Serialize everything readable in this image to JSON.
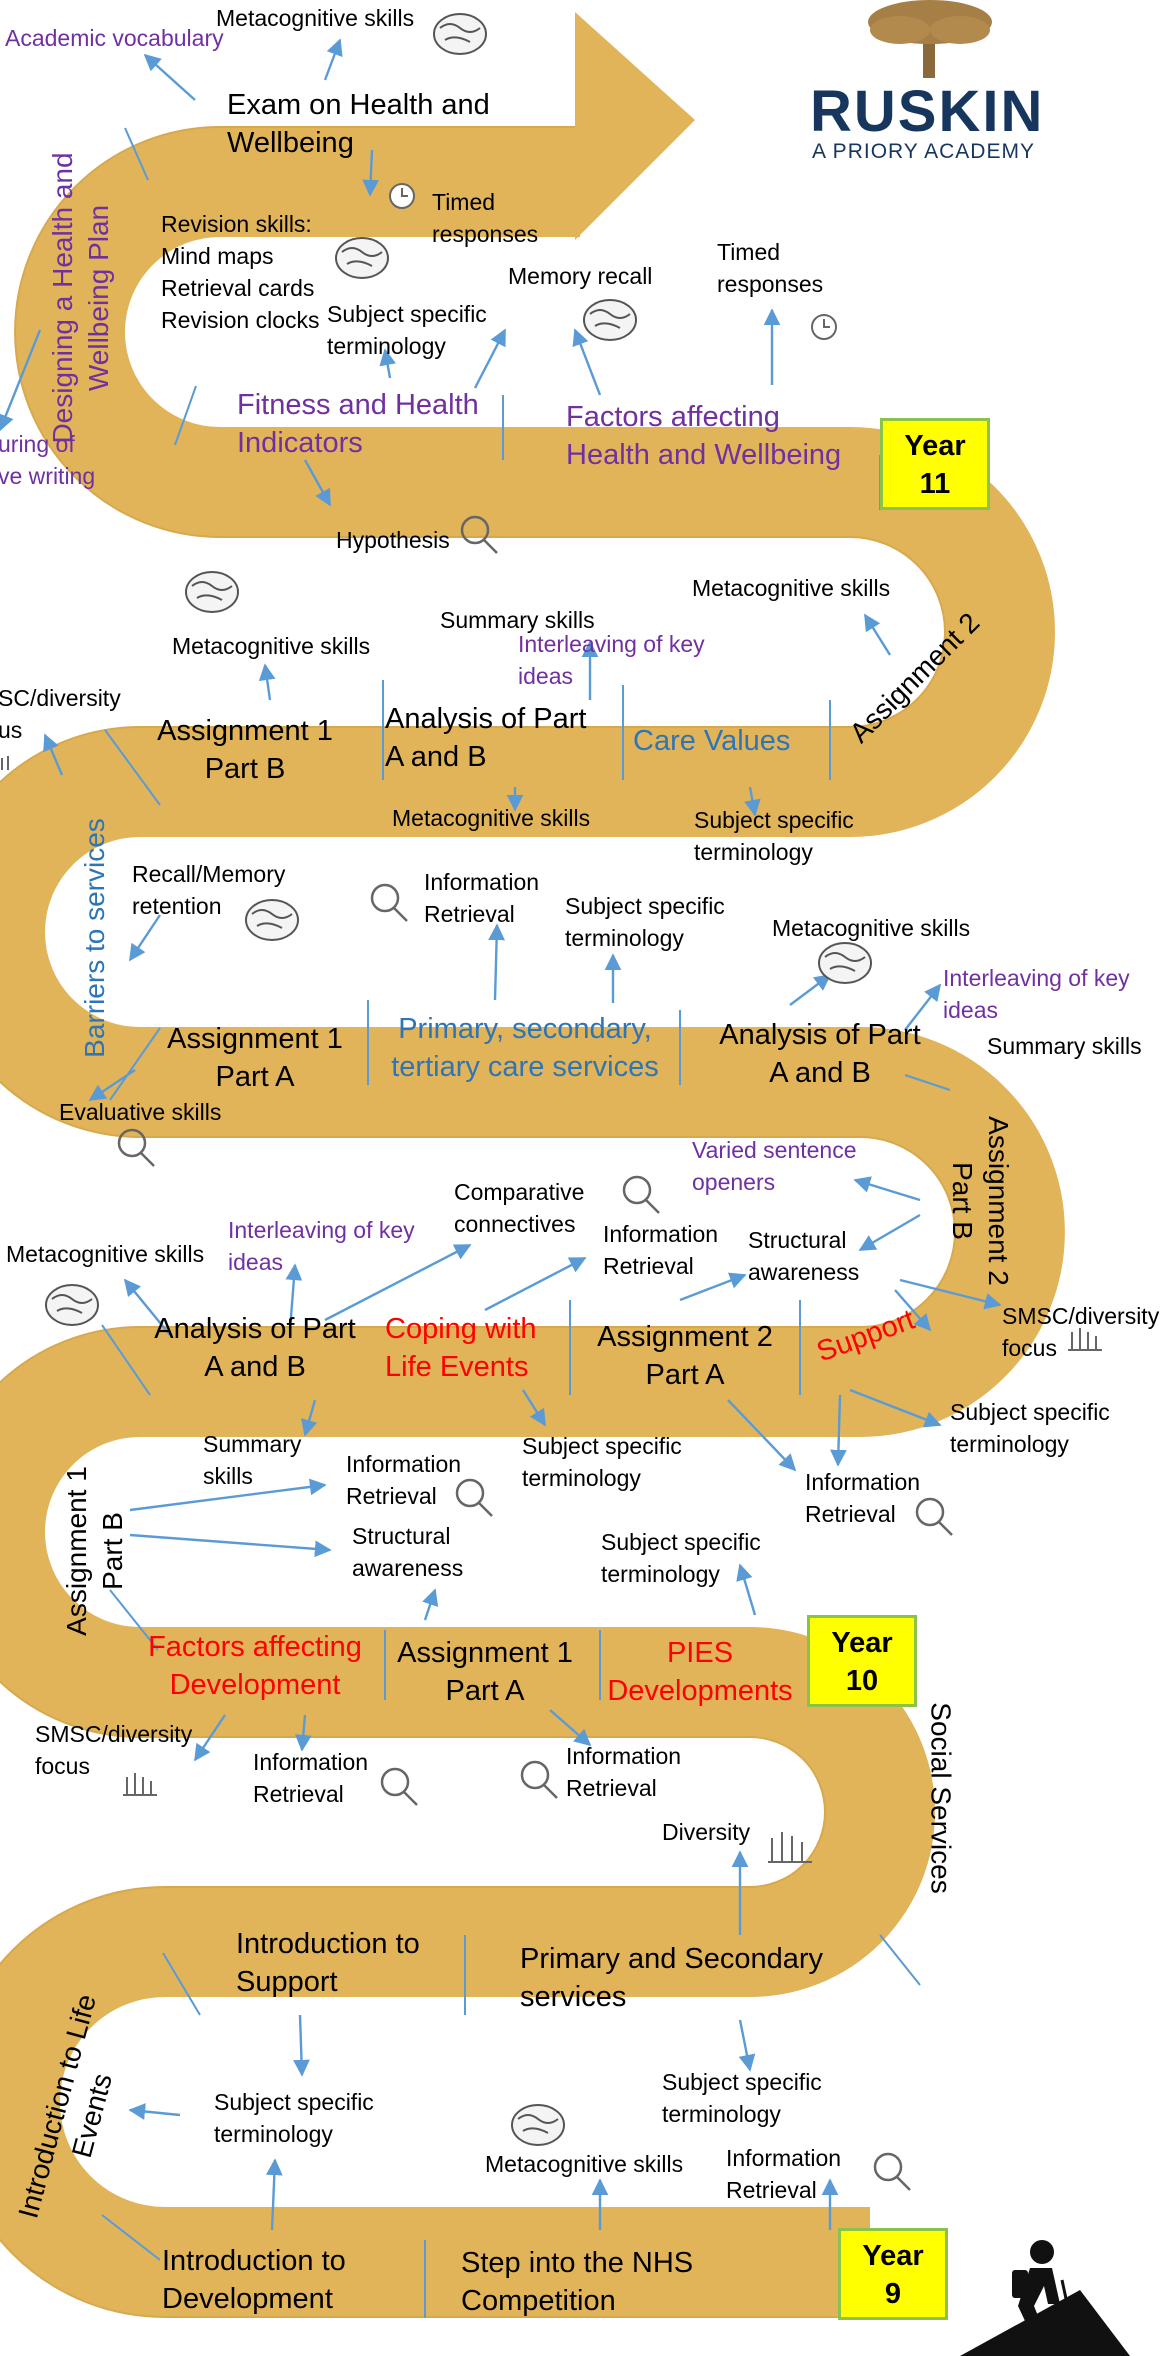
{
  "colors": {
    "road": "#e2b45a",
    "arrow": "#5b9bd5",
    "purple": "#7030a0",
    "blue": "#2e75b6",
    "red": "#ff0000",
    "logo": "#17365d",
    "year_box": "#ffff00"
  },
  "logo": {
    "name": "RUSKIN",
    "tagline": "A PRIORY ACADEMY"
  },
  "years": {
    "y11": "Year\n11",
    "y10": "Year\n10",
    "y9": "Year\n9"
  },
  "topics": {
    "exam": "Exam on Health and\nWellbeing",
    "designing_plan": "Designing a Health and\nWellbeing Plan",
    "fitness_indicators": "Fitness and Health\nIndicators",
    "factors_health": "Factors affecting\nHealth and Wellbeing",
    "assignment2_y11": "Assignment 2",
    "a1b_y11": "Assignment 1\nPart B",
    "analysis_y11_upper": "Analysis of Part\nA and B",
    "care_values": "Care Values",
    "barriers": "Barriers to services",
    "a1a_y11": "Assignment 1\nPart A",
    "primary_tertiary": "Primary, secondary,\ntertiary care services",
    "analysis_y11_lower": "Analysis of Part\nA and B",
    "a2b_y10": "Assignment 2\nPart B",
    "analysis_y10": "Analysis of Part\nA and B",
    "coping": "Coping with\nLife Events",
    "a2a_y10": "Assignment 2\nPart A",
    "support": "Support",
    "a1b_y10": "Assignment 1\nPart B",
    "factors_dev": "Factors affecting\nDevelopment",
    "a1a_y10": "Assignment 1\nPart A",
    "pies": "PIES\nDevelopments",
    "social_services": "Social Services",
    "intro_support": "Introduction to\nSupport",
    "primary_secondary": "Primary and Secondary\nservices",
    "intro_life_events": "Introduction to Life\nEvents",
    "intro_dev": "Introduction to\nDevelopment",
    "nhs": "Step into the NHS\nCompetition"
  },
  "skills": {
    "academic_vocab": "Academic vocabulary",
    "meta_top": "Metacognitive skills",
    "timed_1": "Timed\nresponses",
    "revision": "Revision skills:\nMind maps\nRetrieval cards\nRevision clocks",
    "subject_top": "Subject specific\nterminology",
    "memory_recall": "Memory recall",
    "timed_2": "Timed\nresponses",
    "structuring": "uring of\nve writing",
    "hypothesis": "Hypothesis",
    "meta_y11_right": "Metacognitive skills",
    "summary_y11": "Summary skills",
    "interleave_y11": "Interleaving of key\nideas",
    "meta_y11_left": "Metacognitive skills",
    "smsc_left": "SC/diversity\nus",
    "meta_y11_mid": "Metacognitive skills",
    "subject_y11_mid": "Subject specific\nterminology",
    "recall_memory": "Recall/Memory\nretention",
    "info_y11": "Information\nRetrieval",
    "subject_y11_lower": "Subject specific\nterminology",
    "meta_y11_lower": "Metacognitive skills",
    "interleave_y11_lower": "Interleaving of key\nideas",
    "summary_y11_lower": "Summary skills",
    "evaluative": "Evaluative skills",
    "varied_openers": "Varied sentence\nopeners",
    "comparative": "Comparative\nconnectives",
    "meta_y10": "Metacognitive skills",
    "interleave_y10": "Interleaving of key\nideas",
    "info_y10_a": "Information\nRetrieval",
    "structural_y10_a": "Structural\nawareness",
    "smsc_y10_right": "SMSC/diversity\nfocus",
    "subject_y10_right": "Subject specific\nterminology",
    "summary_y10": "Summary\nskills",
    "info_y10_b": "Information\nRetrieval",
    "subject_y10_mid": "Subject specific\nterminology",
    "info_y10_c": "Information\nRetrieval",
    "structural_y10_b": "Structural\nawareness",
    "subject_y10_lower": "Subject specific\nterminology",
    "smsc_y10_left": "SMSC/diversity\nfocus",
    "info_y10_d": "Information\nRetrieval",
    "info_y10_e": "Information\nRetrieval",
    "diversity": "Diversity",
    "subject_y9_left": "Subject specific\nterminology",
    "subject_y9_right": "Subject specific\nterminology",
    "meta_y9": "Metacognitive skills",
    "info_y9": "Information\nRetrieval"
  }
}
